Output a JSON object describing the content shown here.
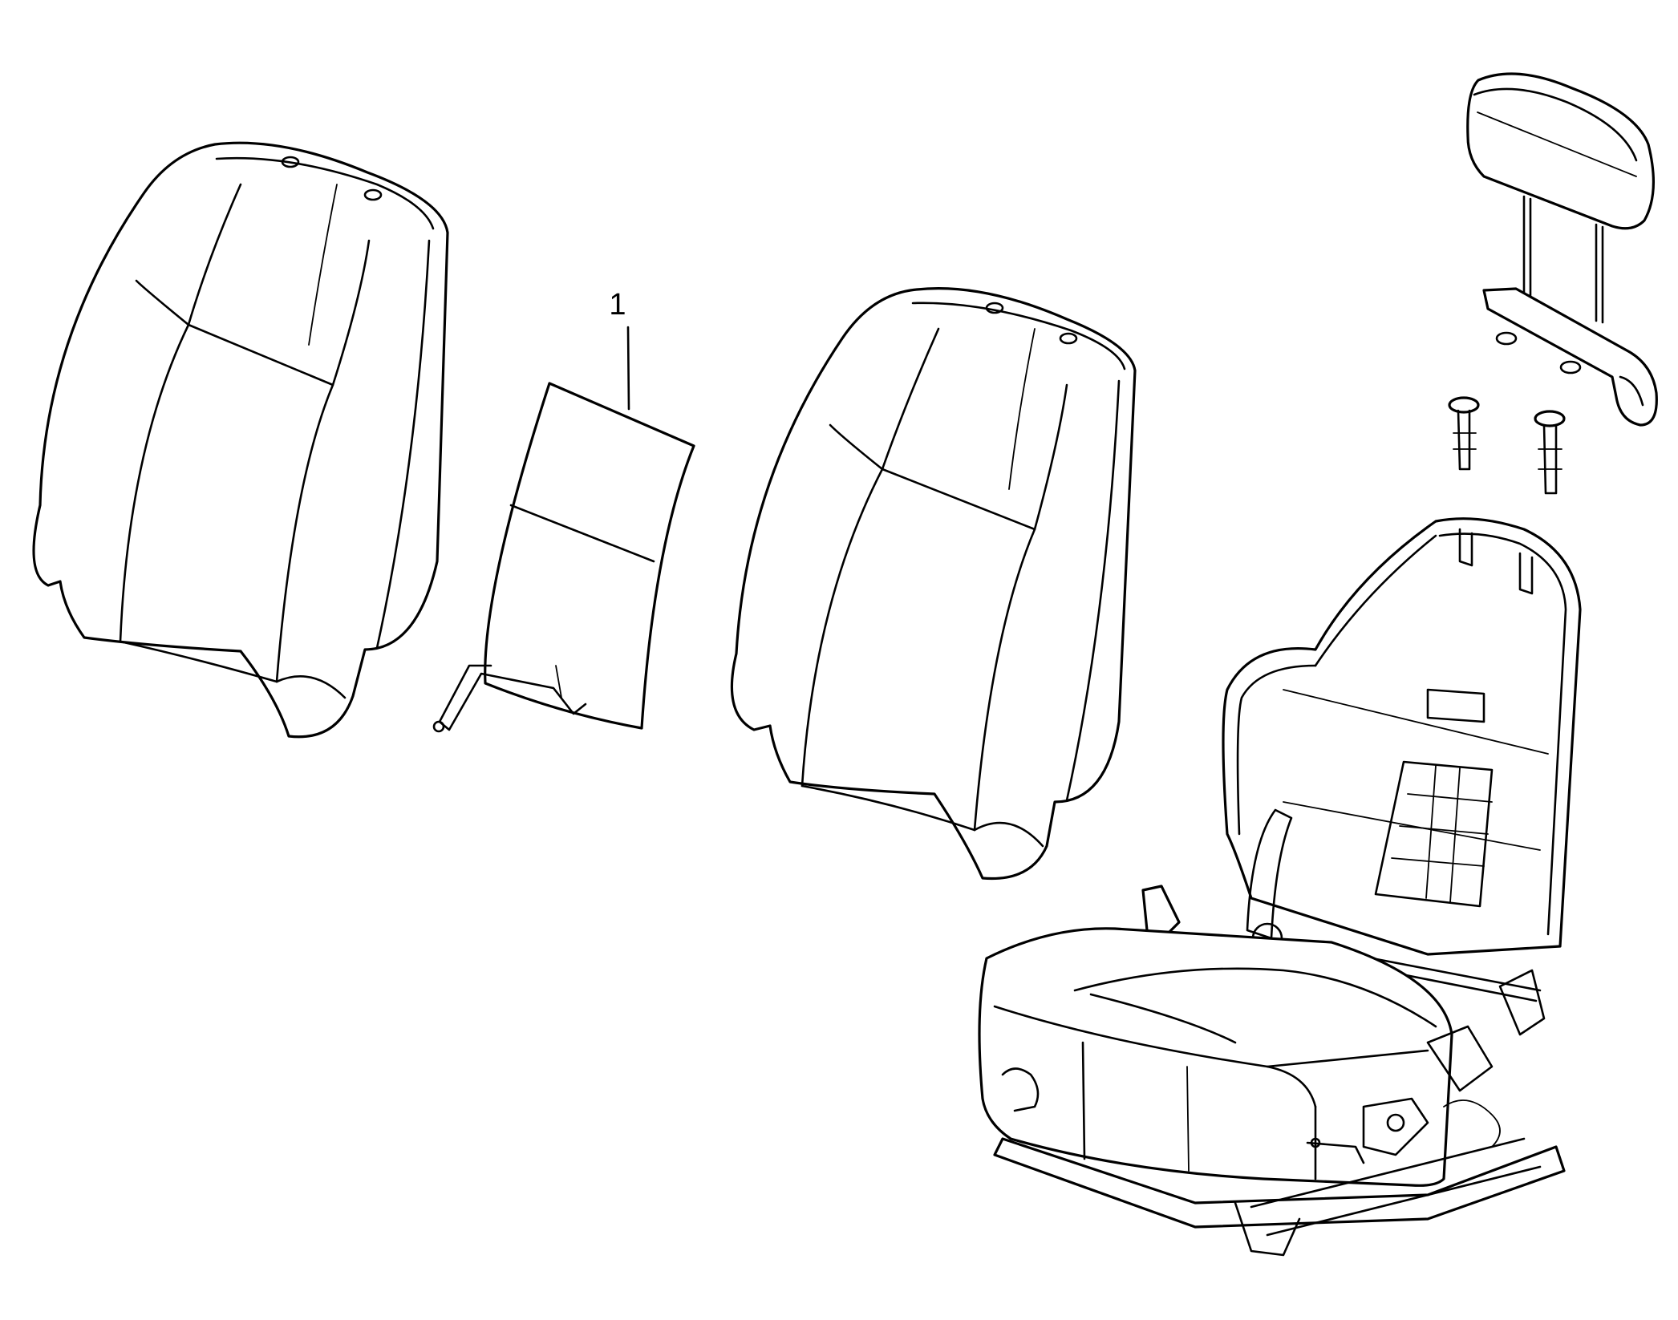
{
  "callouts": [
    {
      "id": "1",
      "label": "1"
    }
  ],
  "parts": [
    {
      "name": "seat-back-cover-left"
    },
    {
      "name": "seat-back-heater-pad"
    },
    {
      "name": "seat-back-cover-right"
    },
    {
      "name": "head-restraint"
    },
    {
      "name": "head-restraint-guide"
    },
    {
      "name": "guide-fasteners"
    },
    {
      "name": "seat-assembly"
    }
  ],
  "colors": {
    "line": "#000000",
    "background": "#ffffff"
  }
}
